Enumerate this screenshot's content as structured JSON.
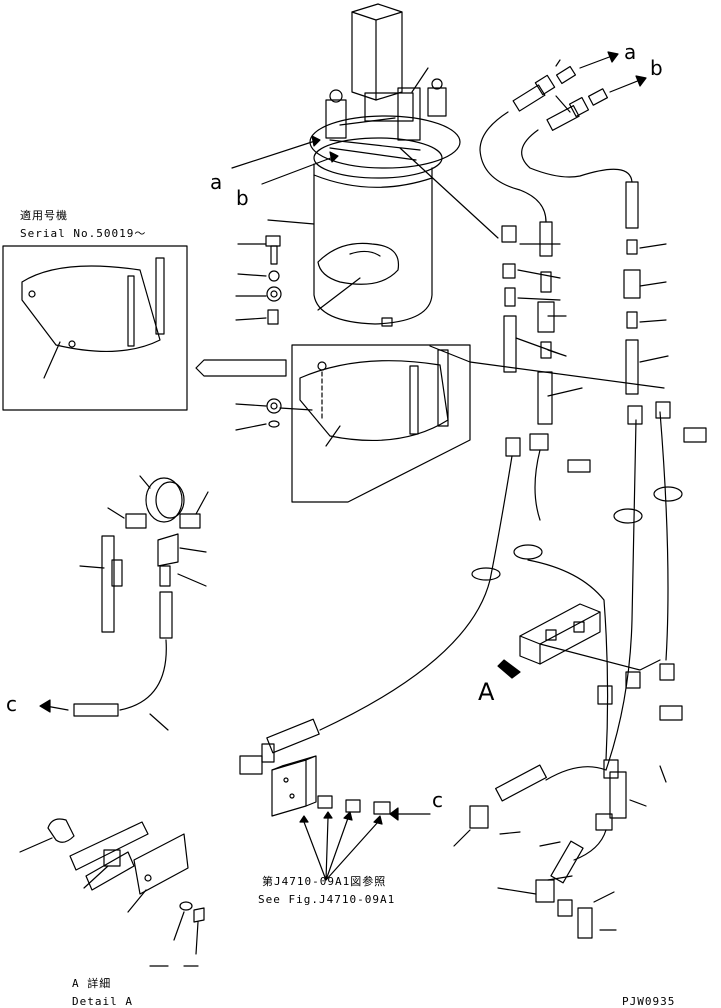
{
  "labels": {
    "arrow_a_top": "a",
    "arrow_b_top": "b",
    "arrow_a_left": "a",
    "arrow_b_left": "b",
    "arrow_c_left": "c",
    "arrow_c_right": "c",
    "view_a": "A"
  },
  "serial_note": {
    "jp": "適用号機",
    "en": "Serial No.50019～"
  },
  "reference_note": {
    "jp": "第J4710-09A1図参照",
    "en": "See Fig.J4710-09A1"
  },
  "detail_note": {
    "jp": "A 詳細",
    "en": "Detail A"
  },
  "drawing_code": "PJW0935",
  "colors": {
    "line": "#000000",
    "background": "#ffffff"
  }
}
